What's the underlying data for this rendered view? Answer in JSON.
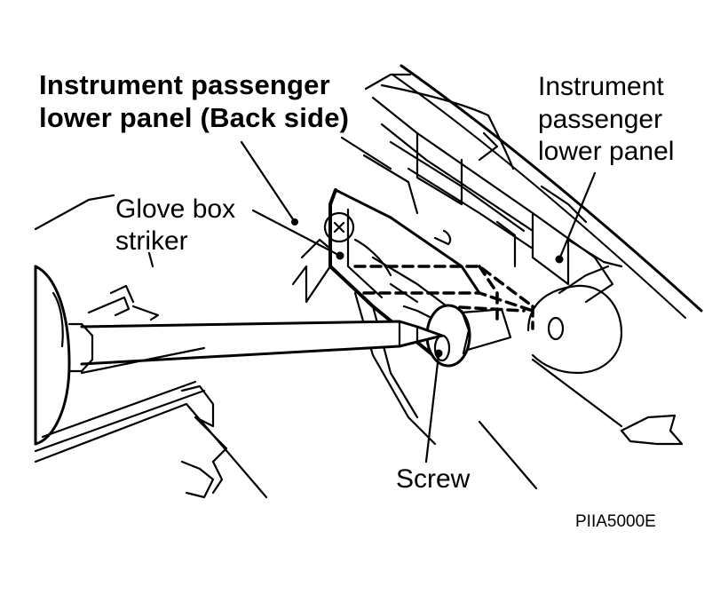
{
  "labels": {
    "back_side": [
      "Instrument passenger",
      "lower panel (Back side)"
    ],
    "panel": [
      "Instrument",
      "passenger",
      "lower panel"
    ],
    "striker": [
      "Glove box",
      "striker"
    ],
    "screw": "Screw",
    "figure_code": "PIIA5000E"
  },
  "colors": {
    "ink": "#000000",
    "paper": "#ffffff"
  },
  "icons": {
    "screw_head_mark": "x-mark"
  }
}
